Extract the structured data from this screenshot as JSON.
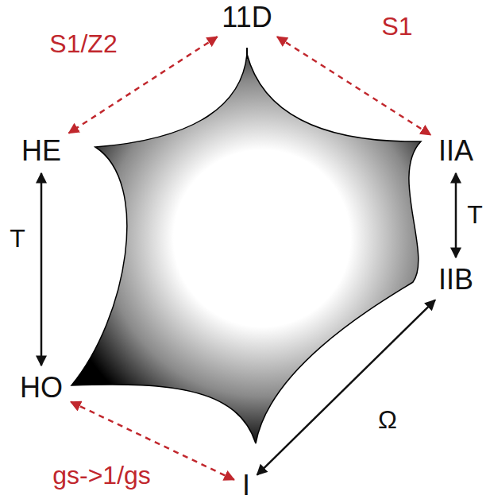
{
  "diagram": {
    "nodes": [
      {
        "text": [
          "11D"
        ]
      },
      {
        "text": [
          "HE"
        ]
      },
      {
        "text": [
          "IIA"
        ]
      },
      {
        "text": [
          "IIB"
        ]
      },
      {
        "text": [
          "HO"
        ]
      },
      {
        "text": [
          "I"
        ]
      }
    ],
    "edges": [
      {
        "from": 0,
        "to": 1,
        "arrow": "both",
        "label": "S1/Z2"
      },
      {
        "from": 0,
        "to": 2,
        "arrow": "both",
        "label": "S1"
      },
      {
        "from": 1,
        "to": 4,
        "arrow": "both",
        "label": "T"
      },
      {
        "from": 2,
        "to": 3,
        "arrow": "both",
        "label": "T"
      },
      {
        "from": 3,
        "to": 5,
        "arrow": "both",
        "label": "Ω"
      },
      {
        "from": 4,
        "to": 5,
        "arrow": "both",
        "label": "gs->1/gs"
      }
    ]
  }
}
